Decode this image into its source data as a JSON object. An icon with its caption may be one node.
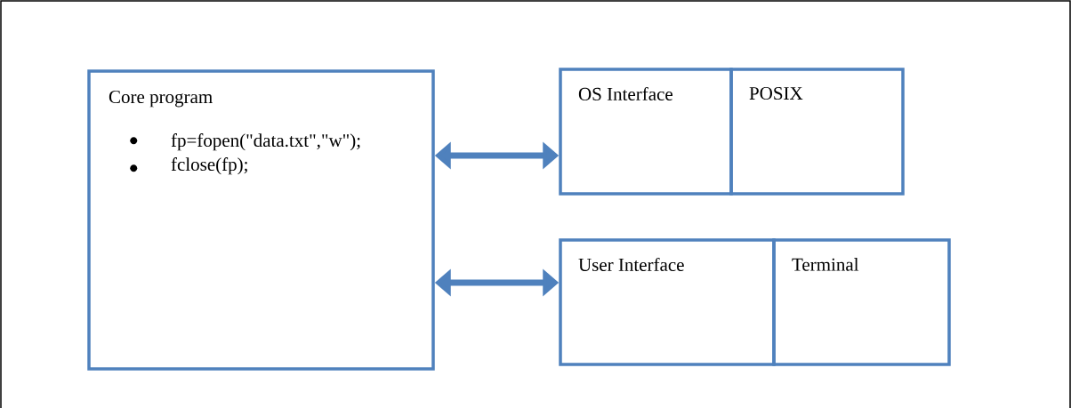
{
  "diagram": {
    "nodes": [
      {
        "text": [
          "Core program",
          "fp=fopen(\"data.txt\",\"w\");",
          "fclose(fp);"
        ]
      },
      {
        "text": [
          "OS Interface"
        ]
      },
      {
        "text": [
          "POSIX"
        ]
      },
      {
        "text": [
          "User Interface"
        ]
      },
      {
        "text": [
          "Terminal"
        ]
      }
    ],
    "edges": [
      {
        "from": 0,
        "to": 1,
        "arrow": "both"
      },
      {
        "from": 0,
        "to": 3,
        "arrow": "both"
      }
    ]
  }
}
